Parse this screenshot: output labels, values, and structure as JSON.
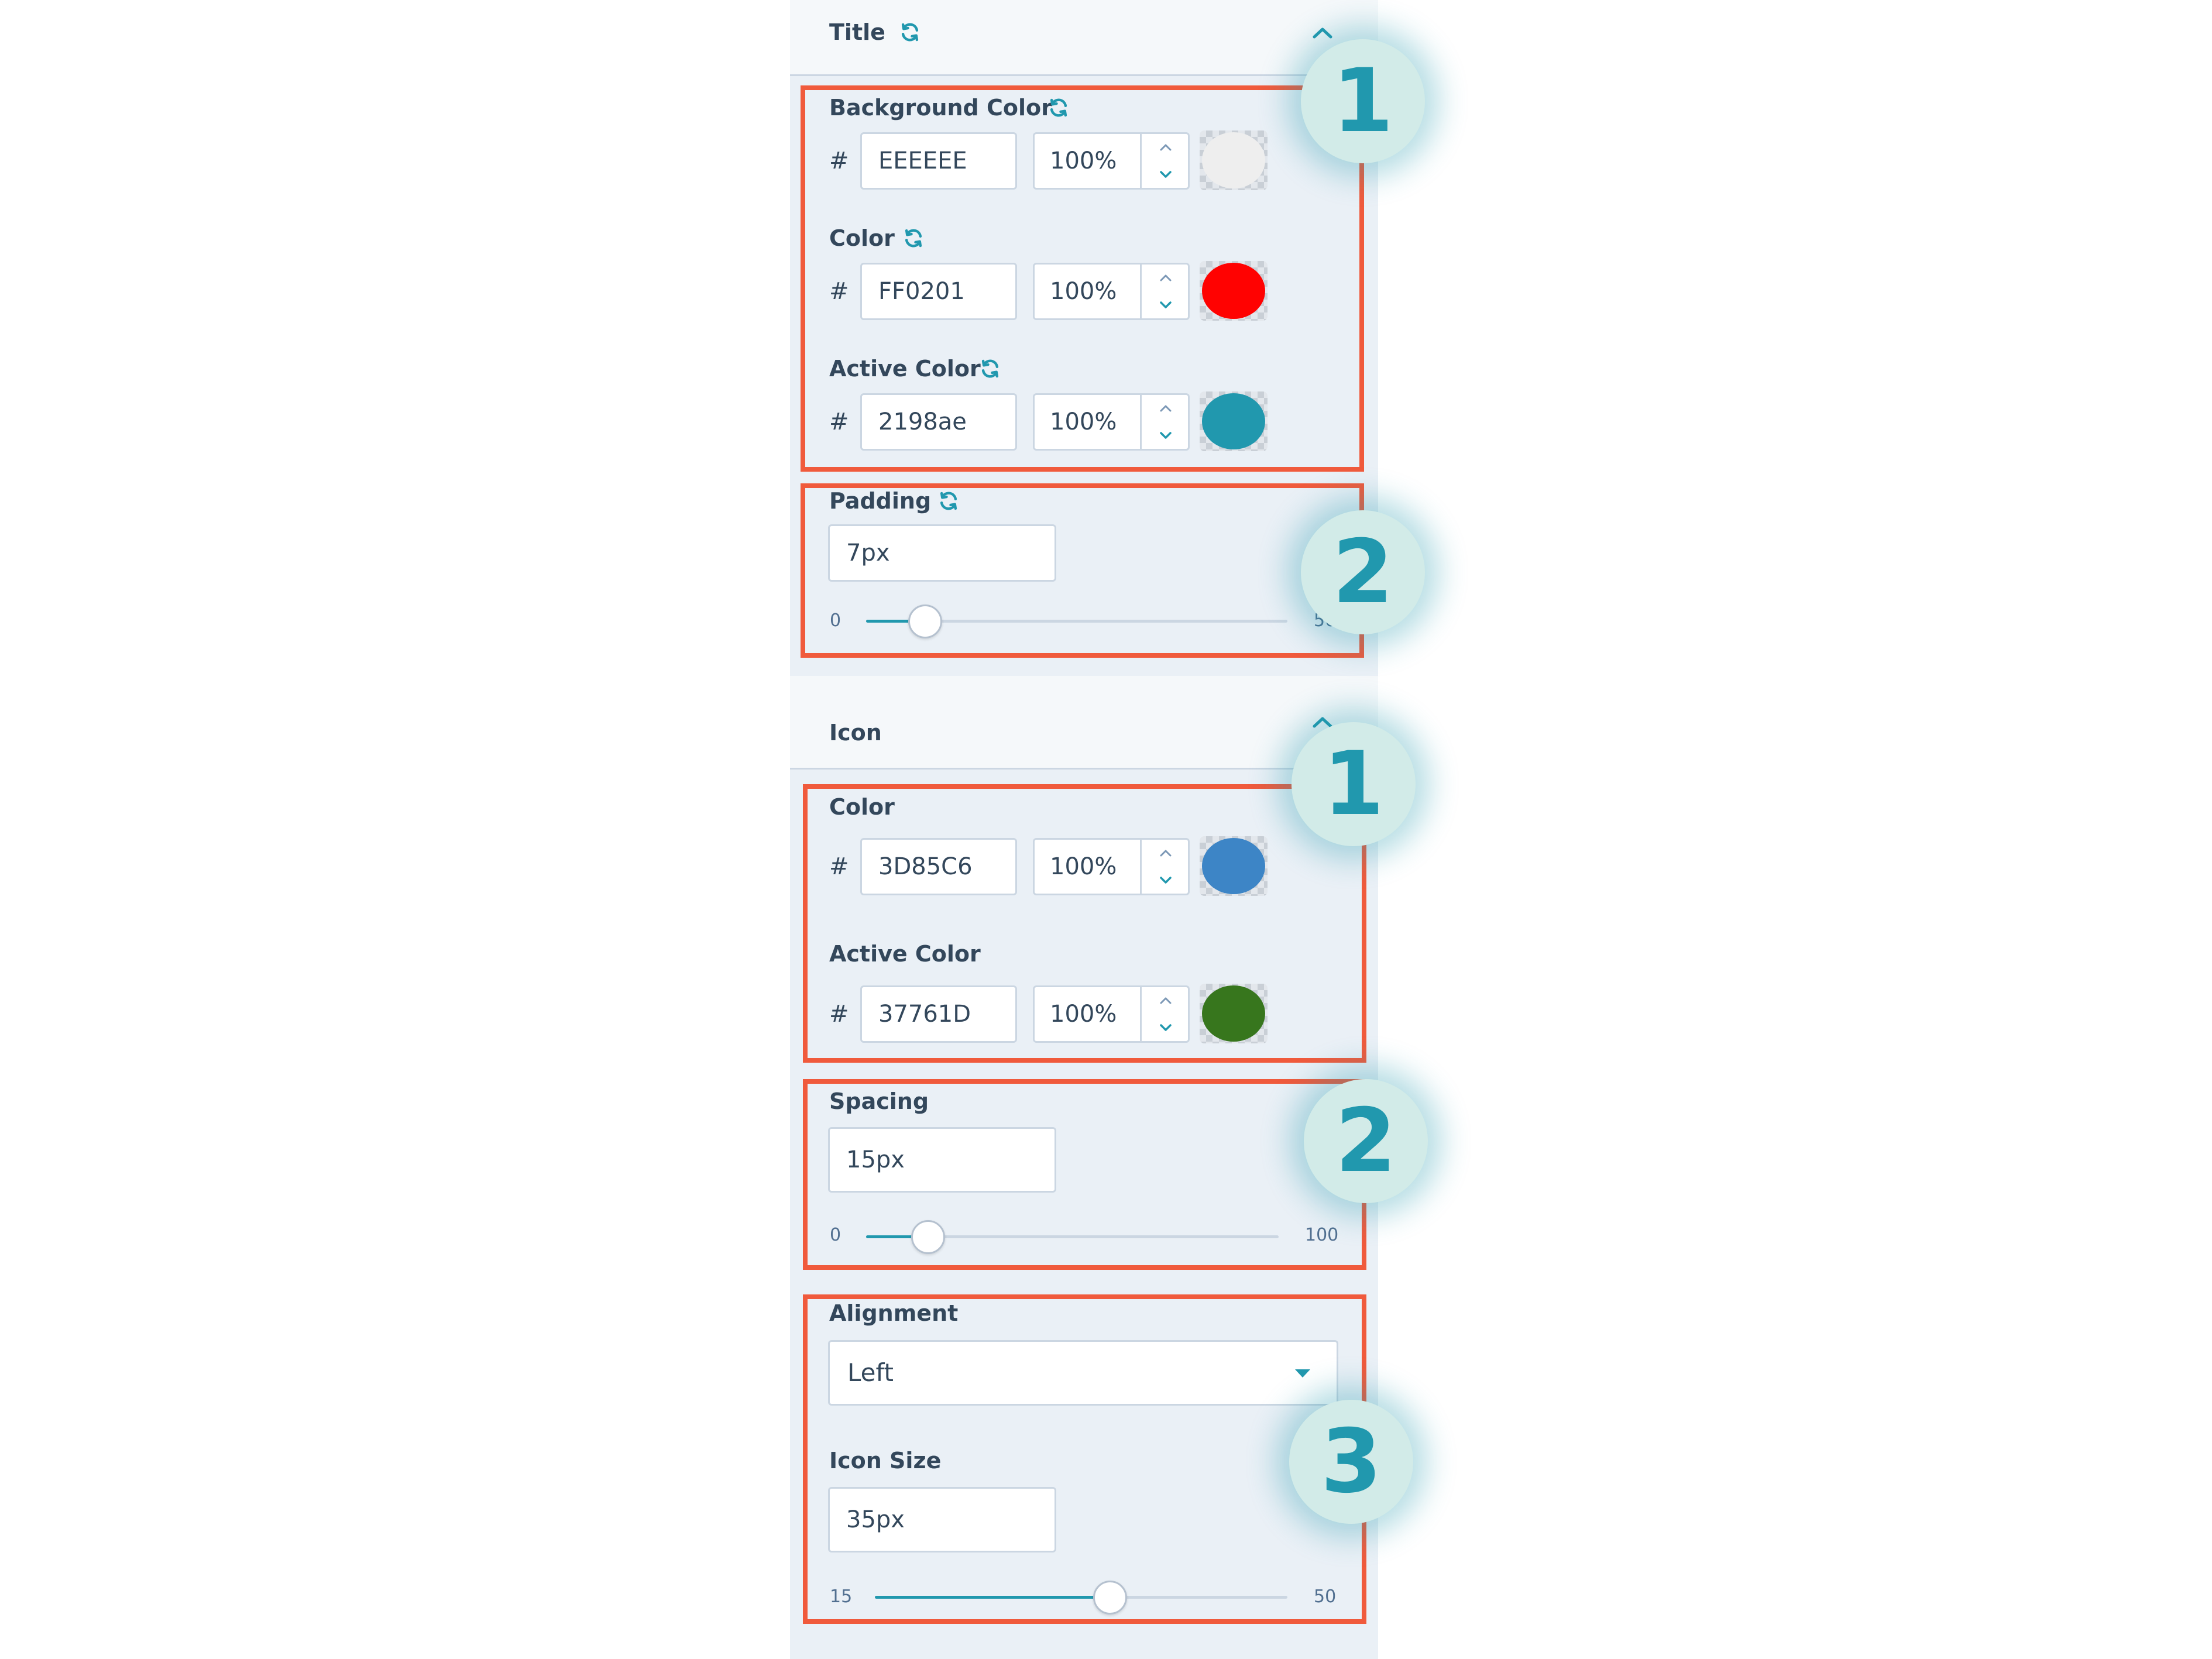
{
  "title_section": {
    "header": "Title",
    "background_color": {
      "label": "Background Color",
      "hex": "EEEEEE",
      "opacity": "100%",
      "swatch": "#eeeeee"
    },
    "color": {
      "label": "Color",
      "hex": "FF0201",
      "opacity": "100%",
      "swatch": "#ff0201"
    },
    "active_color": {
      "label": "Active Color",
      "hex": "2198ae",
      "opacity": "100%",
      "swatch": "#2198ae"
    },
    "padding": {
      "label": "Padding",
      "value": "7px",
      "min": "0",
      "max": "50",
      "fraction": 0.14
    }
  },
  "icon_section": {
    "header": "Icon",
    "color": {
      "label": "Color",
      "hex": "3D85C6",
      "opacity": "100%",
      "swatch": "#3d85c6"
    },
    "active_color": {
      "label": "Active Color",
      "hex": "37761D",
      "opacity": "100%",
      "swatch": "#37761d"
    },
    "spacing": {
      "label": "Spacing",
      "value": "15px",
      "min": "0",
      "max": "100",
      "fraction": 0.15
    },
    "alignment": {
      "label": "Alignment",
      "selected": "Left"
    },
    "icon_size": {
      "label": "Icon Size",
      "value": "35px",
      "min": "15",
      "max": "50",
      "fraction": 0.57
    }
  },
  "hash_symbol": "#",
  "callouts": [
    "1",
    "2",
    "1",
    "2",
    "3"
  ],
  "colors": {
    "accent": "#2198ae",
    "highlight": "#f05a3c",
    "text": "#33475b",
    "border": "#cbd6e2",
    "panel": "#eaf0f6"
  }
}
